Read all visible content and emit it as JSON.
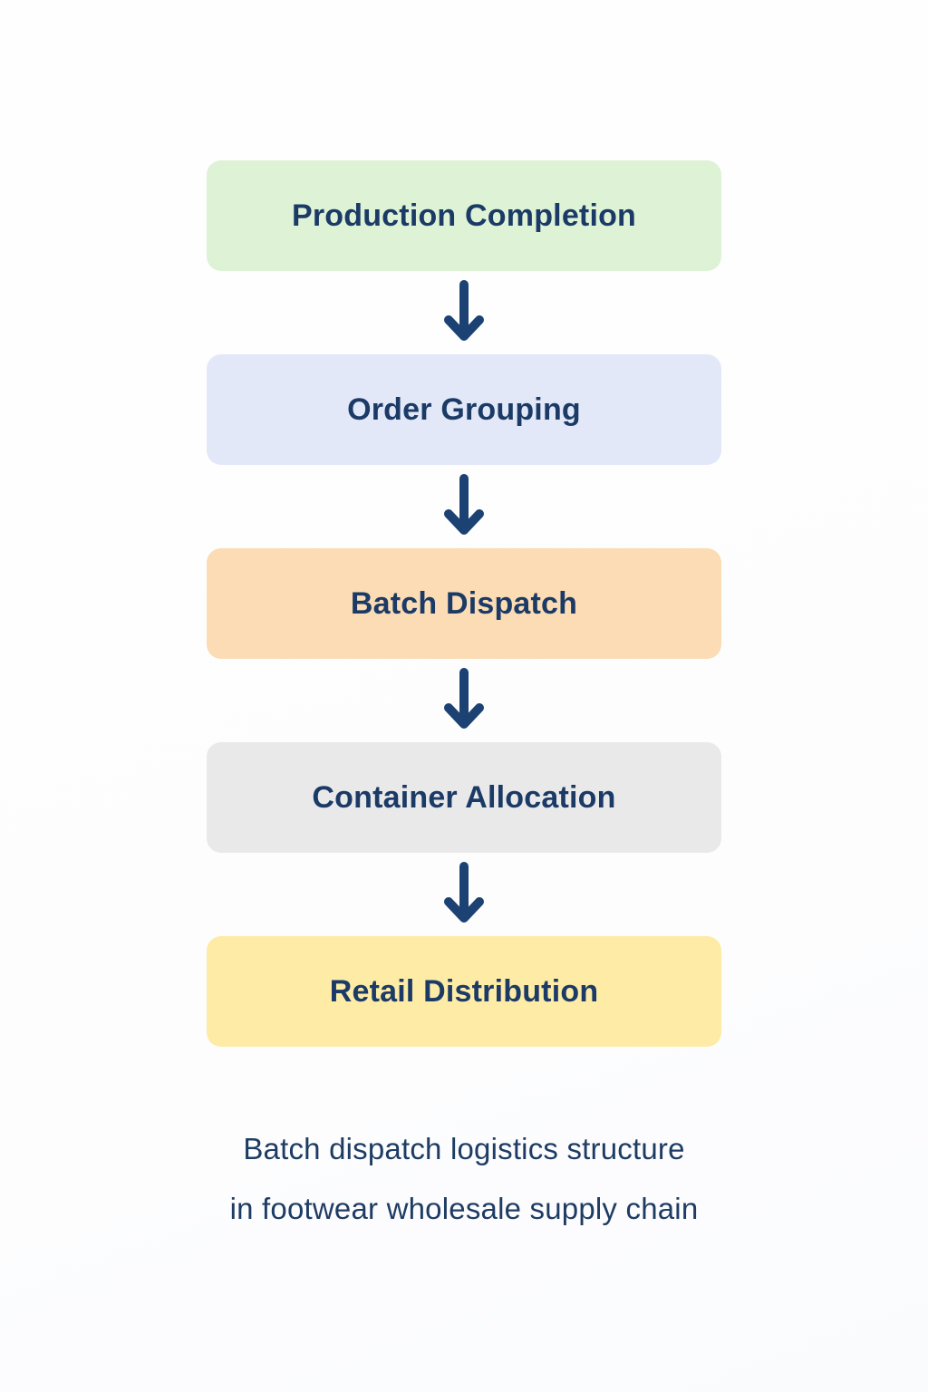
{
  "flowchart": {
    "steps": [
      {
        "id": "production-completion",
        "label": "Production Completion",
        "bg": "#def2d6"
      },
      {
        "id": "order-grouping",
        "label": "Order Grouping",
        "bg": "#e2e8f8"
      },
      {
        "id": "batch-dispatch",
        "label": "Batch Dispatch",
        "bg": "#fbdcb4"
      },
      {
        "id": "container-allocation",
        "label": "Container Allocation",
        "bg": "#e9e9ea"
      },
      {
        "id": "retail-distribution",
        "label": "Retail Distribution",
        "bg": "#fdeba6"
      }
    ],
    "label_color": "#1b3a66",
    "arrow_color": "#1c4273"
  },
  "caption": {
    "line1": "Batch dispatch logistics structure",
    "line2": "in footwear wholesale supply chain"
  }
}
